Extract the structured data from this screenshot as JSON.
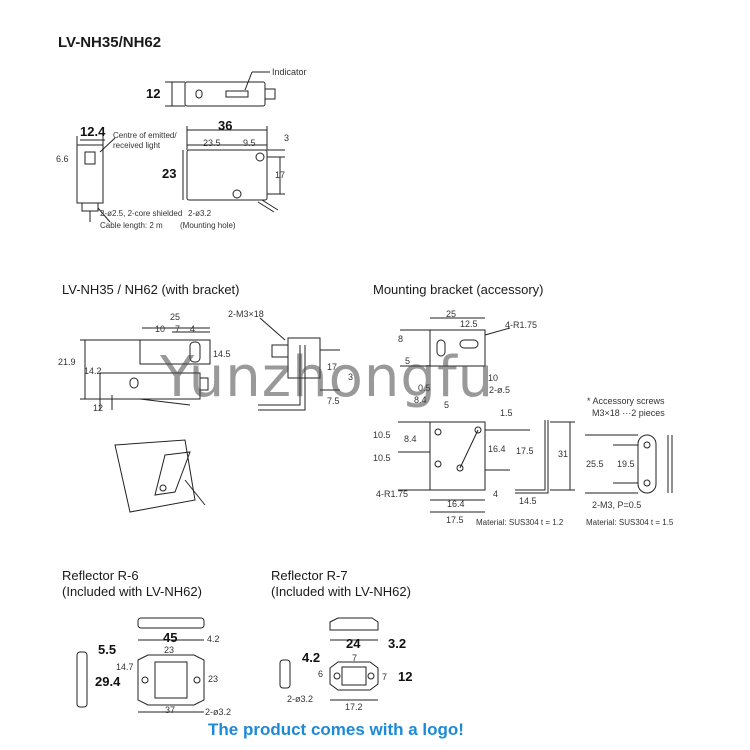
{
  "title": "LV-NH35/NH62",
  "sections": {
    "with_bracket": "LV-NH35 / NH62 (with bracket)",
    "mounting_bracket": "Mounting bracket (accessory)",
    "r6_line1": "Reflector R-6",
    "r6_line2": "(Included with LV-NH62)",
    "r7_line1": "Reflector R-7",
    "r7_line2": "(Included with LV-NH62)"
  },
  "main_dims": {
    "d12": "12",
    "indicator": "Indicator",
    "d12_4": "12.4",
    "centre1": "Centre of emitted/",
    "centre2": "received light",
    "d6_6": "6.6",
    "d36": "36",
    "d23_5": "23.5",
    "d9_5": "9.5",
    "d3": "3",
    "d23": "23",
    "d17": "17",
    "cable1": "2-ø2.5, 2-core shielded",
    "cable2": "Cable length: 2 m",
    "hole1": "2-ø3.2",
    "hole2": "(Mounting hole)"
  },
  "bracket_dims": {
    "d25": "25",
    "d10": "10",
    "d7": "7",
    "d4": "4",
    "m3": "2-M3×18",
    "d21_9": "21.9",
    "d14_2": "14.2",
    "d14_5": "14.5",
    "d12": "12",
    "d17": "17",
    "d3": "3",
    "d7_5": "7.5"
  },
  "mb_dims": {
    "d25": "25",
    "d12_5": "12.5",
    "d8": "8",
    "d5": "5",
    "r1_75": "4-R1.75",
    "d10": "10",
    "d0_5": "0.5",
    "d8_4": "8.4",
    "d5_2": "5",
    "phi": "2-ø.5",
    "d1_5": "1.5",
    "d10_5a": "10.5",
    "d10_5b": "10.5",
    "d8_4b": "8.4",
    "d16_4": "16.4",
    "d17_5": "17.5",
    "d31": "31",
    "r1_75b": "4-R1.75",
    "d16_4b": "16.4",
    "d4": "4",
    "d14_5": "14.5",
    "d17_5b": "17.5",
    "material1": "Material: SUS304  t = 1.2",
    "screws1": "* Accessory screws",
    "screws2": "M3×18 ···2 pieces",
    "d25_5": "25.5",
    "d19_5": "19.5",
    "m3p": "2-M3, P=0.5",
    "material2": "Material: SUS304  t = 1.5"
  },
  "r6_dims": {
    "d5_5": "5.5",
    "d45": "45",
    "d4_2": "4.2",
    "d23a": "23",
    "d29_4": "29.4",
    "d14_7": "14.7",
    "d23b": "23",
    "d37": "37",
    "phi": "2-ø3.2"
  },
  "r7_dims": {
    "d24": "24",
    "d3_2": "3.2",
    "d4_2": "4.2",
    "d7a": "7",
    "d6": "6",
    "d7b": "7",
    "d12": "12",
    "phi": "2-ø3.2",
    "d17_2": "17.2"
  },
  "watermark": "Yunzhongfu",
  "logo_note": "The product comes with a logo!"
}
